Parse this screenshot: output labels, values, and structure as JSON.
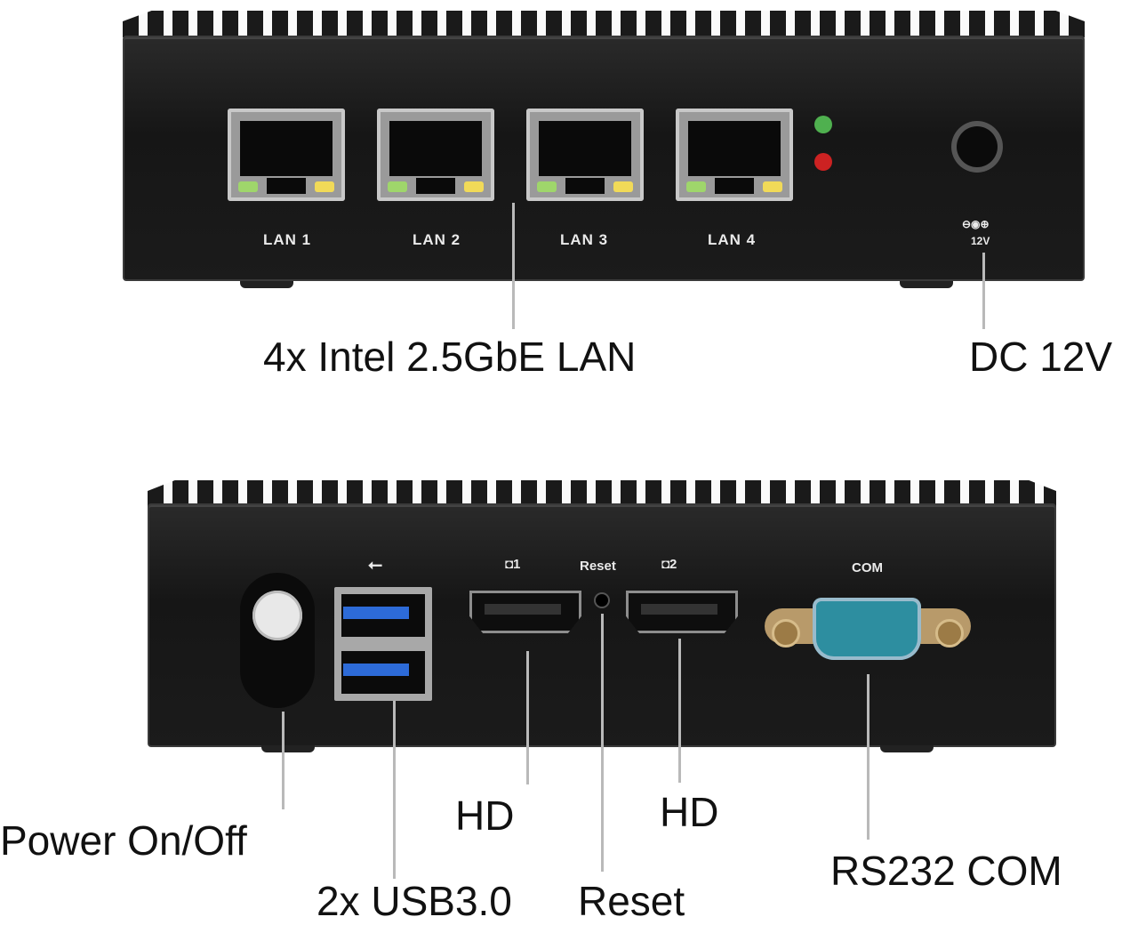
{
  "top_device": {
    "ports": [
      "LAN 1",
      "LAN 2",
      "LAN 3",
      "LAN 4"
    ],
    "dc_symbol": "⊖◉⊕",
    "dc_label": "12V"
  },
  "bottom_device": {
    "usb_symbol": "⭠",
    "hd1_symbol": "◘1",
    "reset_label": "Reset",
    "hd2_symbol": "◘2",
    "com_label": "COM"
  },
  "callouts": {
    "lan": "4x Intel 2.5GbE LAN",
    "dc": "DC 12V",
    "power": "Power On/Off",
    "usb": "2x USB3.0",
    "hd1": "HD",
    "reset": "Reset",
    "hd2": "HD",
    "com": "RS232 COM"
  },
  "colors": {
    "chassis": "#1b1b1b",
    "led_green": "#9fd66b",
    "led_yellow": "#f1da58",
    "usb_blue": "#2d6bd8",
    "com_teal": "#2d8ea0"
  }
}
